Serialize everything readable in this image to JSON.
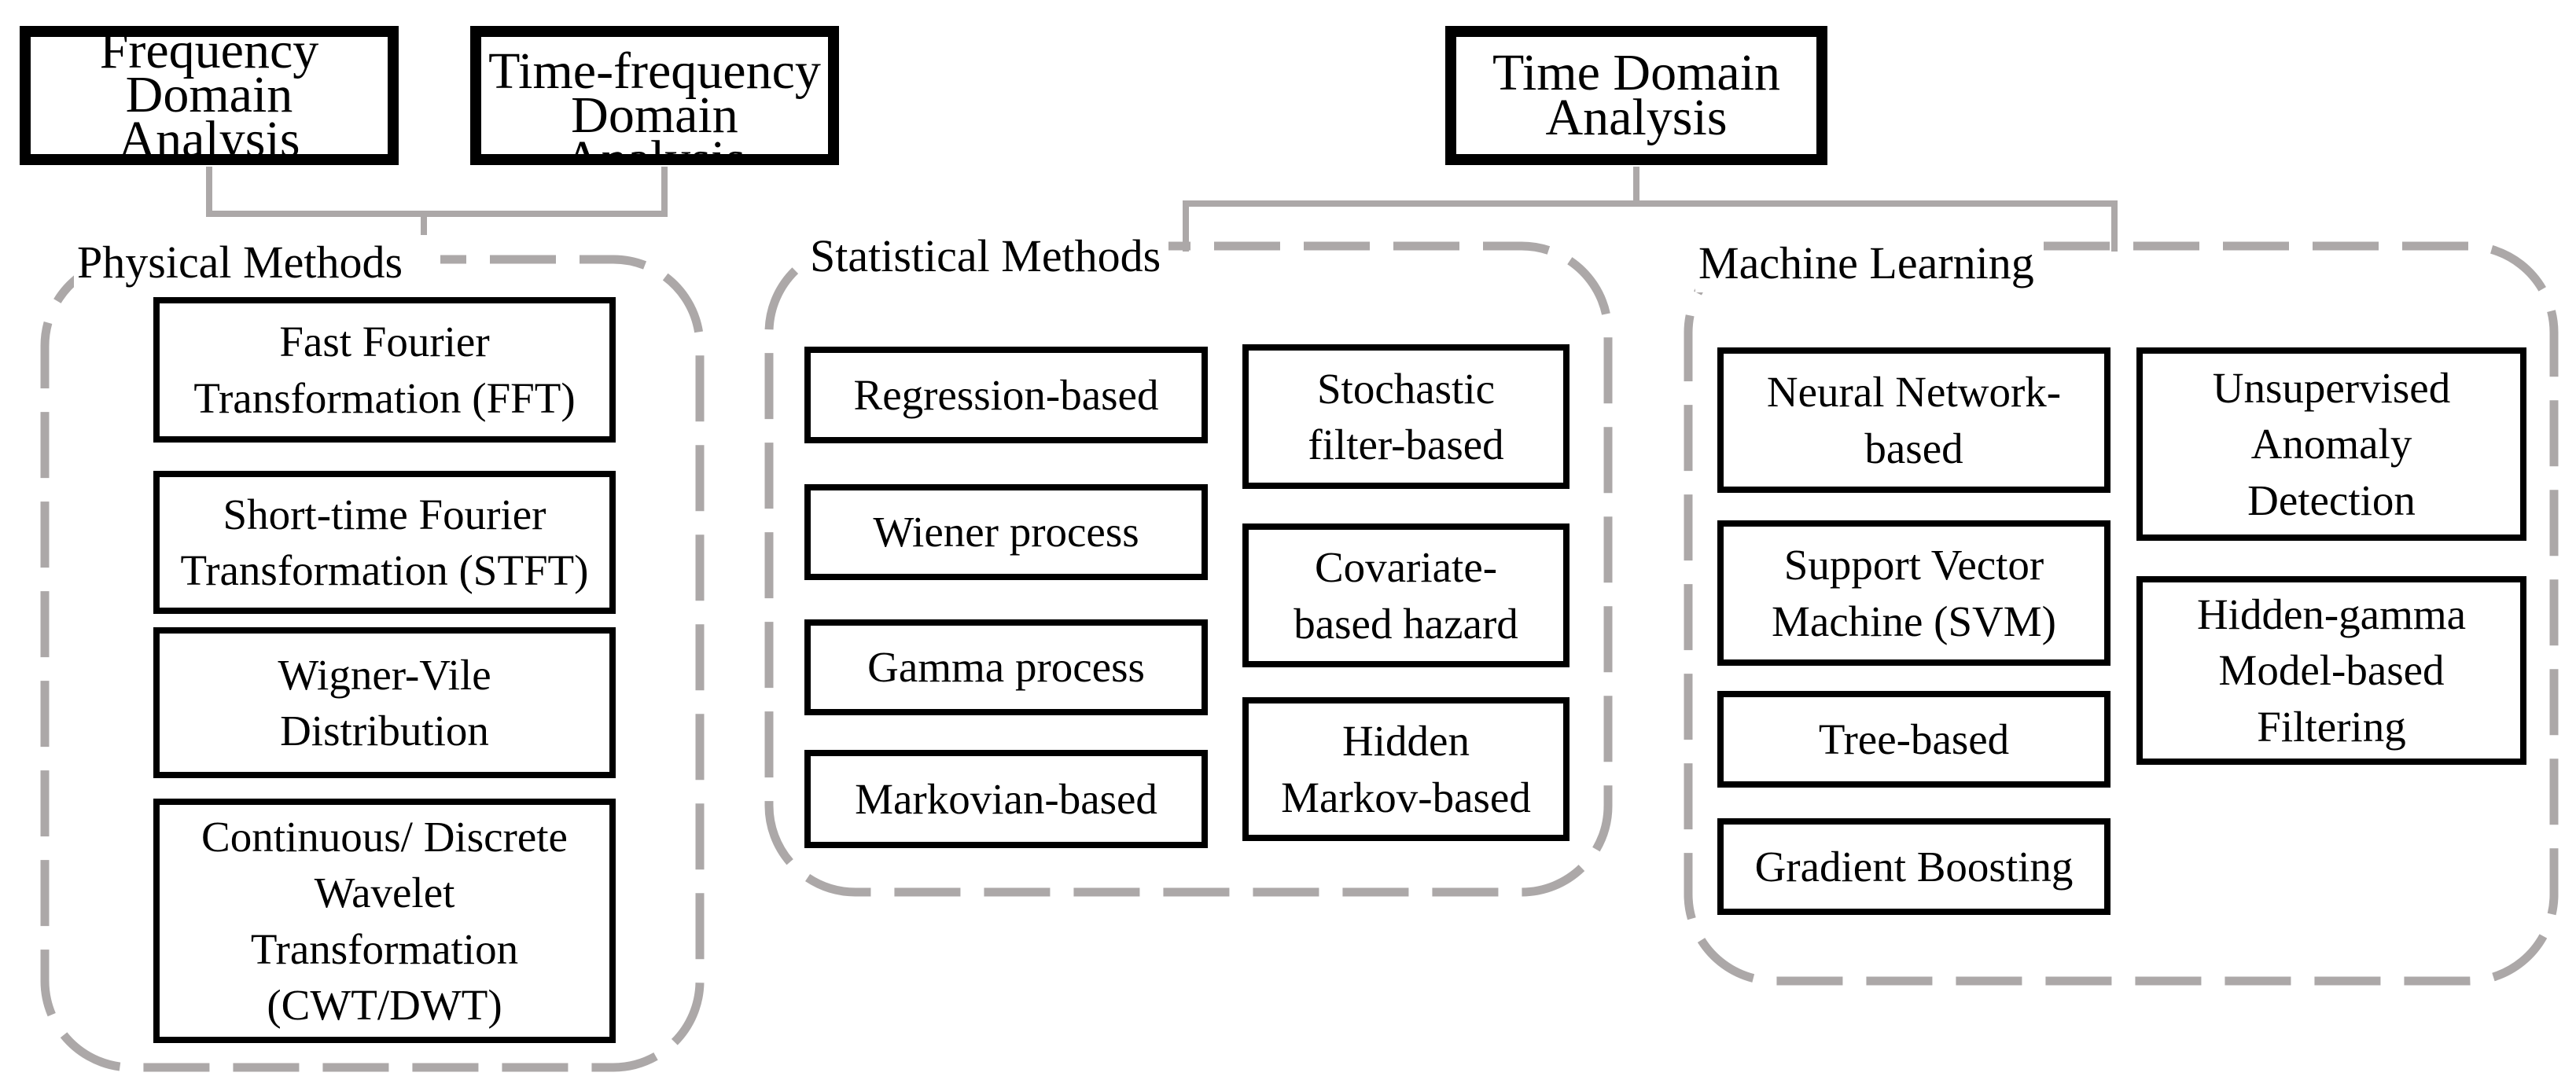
{
  "top_boxes": [
    {
      "label": "Frequency\nDomain Analysis"
    },
    {
      "label": "Time-frequency\nDomain\nAnalysis"
    },
    {
      "label": "Time Domain\nAnalysis"
    }
  ],
  "groups": [
    {
      "title": "Physical Methods",
      "items": [
        {
          "label": "Fast Fourier\nTransformation (FFT)"
        },
        {
          "label": "Short-time Fourier\nTransformation (STFT)"
        },
        {
          "label": "Wigner-Vile\nDistribution"
        },
        {
          "label": "Continuous/ Discrete\nWavelet\nTransformation\n(CWT/DWT)"
        }
      ]
    },
    {
      "title": "Statistical Methods",
      "left_items": [
        {
          "label": "Regression-based"
        },
        {
          "label": "Wiener process"
        },
        {
          "label": "Gamma process"
        },
        {
          "label": "Markovian-based"
        }
      ],
      "right_items": [
        {
          "label": "Stochastic\nfilter-based"
        },
        {
          "label": "Covariate-\nbased hazard"
        },
        {
          "label": "Hidden\nMarkov-based"
        }
      ]
    },
    {
      "title": "Machine Learning",
      "left_items": [
        {
          "label": "Neural Network-\nbased"
        },
        {
          "label": "Support Vector\nMachine (SVM)"
        },
        {
          "label": "Tree-based"
        },
        {
          "label": "Gradient Boosting"
        }
      ],
      "right_items": [
        {
          "label": "Unsupervised\nAnomaly\nDetection"
        },
        {
          "label": "Hidden-gamma\nModel-based\nFiltering"
        }
      ]
    }
  ],
  "colors": {
    "line_gray": "#aca8a8",
    "box_black": "#000000",
    "background": "#ffffff"
  }
}
